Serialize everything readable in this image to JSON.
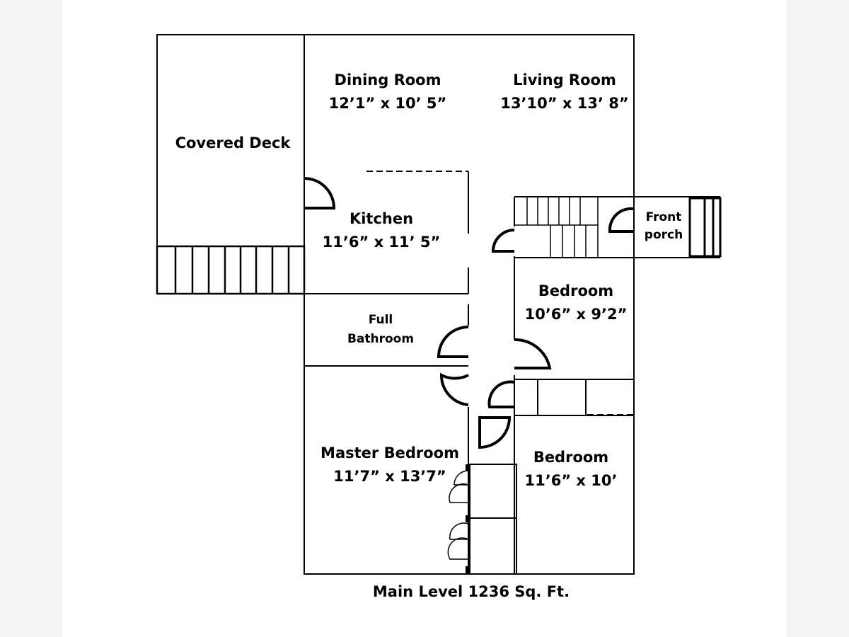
{
  "colors": {
    "background": "#f4f4f6",
    "paper": "#ffffff",
    "line": "#000000"
  },
  "rooms": {
    "dining": {
      "name": "Dining Room",
      "dims": "12’1” x 10’ 5”"
    },
    "living": {
      "name": "Living Room",
      "dims": "13’10” x 13’ 8”"
    },
    "deck": {
      "name": "Covered Deck"
    },
    "kitchen": {
      "name": "Kitchen",
      "dims": "11’6” x 11’ 5”"
    },
    "porch": {
      "line1": "Front",
      "line2": "porch"
    },
    "bedroom1": {
      "name": "Bedroom",
      "dims": "10’6” x 9’2”"
    },
    "bathroom": {
      "line1": "Full",
      "line2": "Bathroom"
    },
    "master": {
      "name": "Master Bedroom",
      "dims": "11’7” x 13’7”"
    },
    "bedroom2": {
      "name": "Bedroom",
      "dims": "11’6” x 10’"
    }
  },
  "caption": "Main Level 1236 Sq. Ft."
}
